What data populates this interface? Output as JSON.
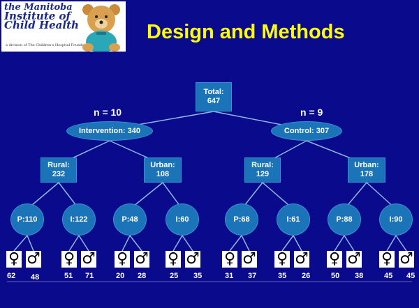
{
  "logo": {
    "line1": "the Manitoba",
    "line2": "Institute of",
    "line3": "Child Health",
    "tagline": "a division of The Children's Hospital Foundation"
  },
  "title": "Design and Methods",
  "colors": {
    "background": "#0a0a8c",
    "title": "#ffff00",
    "node_fill": "#1c74b8",
    "text": "#ffffff"
  },
  "tree": {
    "root": {
      "line1": "Total:",
      "line2": "647"
    },
    "left_n": "n = 10",
    "right_n": "n = 9",
    "intervention": "Intervention: 340",
    "control": "Control: 307",
    "groups": [
      {
        "line1": "Rural:",
        "line2": "232"
      },
      {
        "line1": "Urban:",
        "line2": "108"
      },
      {
        "line1": "Rural:",
        "line2": "129"
      },
      {
        "line1": "Urban:",
        "line2": "178"
      }
    ],
    "arms": [
      "P:110",
      "I:122",
      "P:48",
      "I:60",
      "P:68",
      "I:61",
      "P:88",
      "I:90"
    ],
    "sex_icons": {
      "female": "female-symbol-icon",
      "male": "male-symbol-icon"
    },
    "counts": [
      {
        "female": "62",
        "male": "48"
      },
      {
        "female": "51",
        "male": "71"
      },
      {
        "female": "20",
        "male": "28"
      },
      {
        "female": "25",
        "male": "35"
      },
      {
        "female": "31",
        "male": "37"
      },
      {
        "female": "35",
        "male": "26"
      },
      {
        "female": "50",
        "male": "38"
      },
      {
        "female": "45",
        "male": "45"
      }
    ]
  }
}
